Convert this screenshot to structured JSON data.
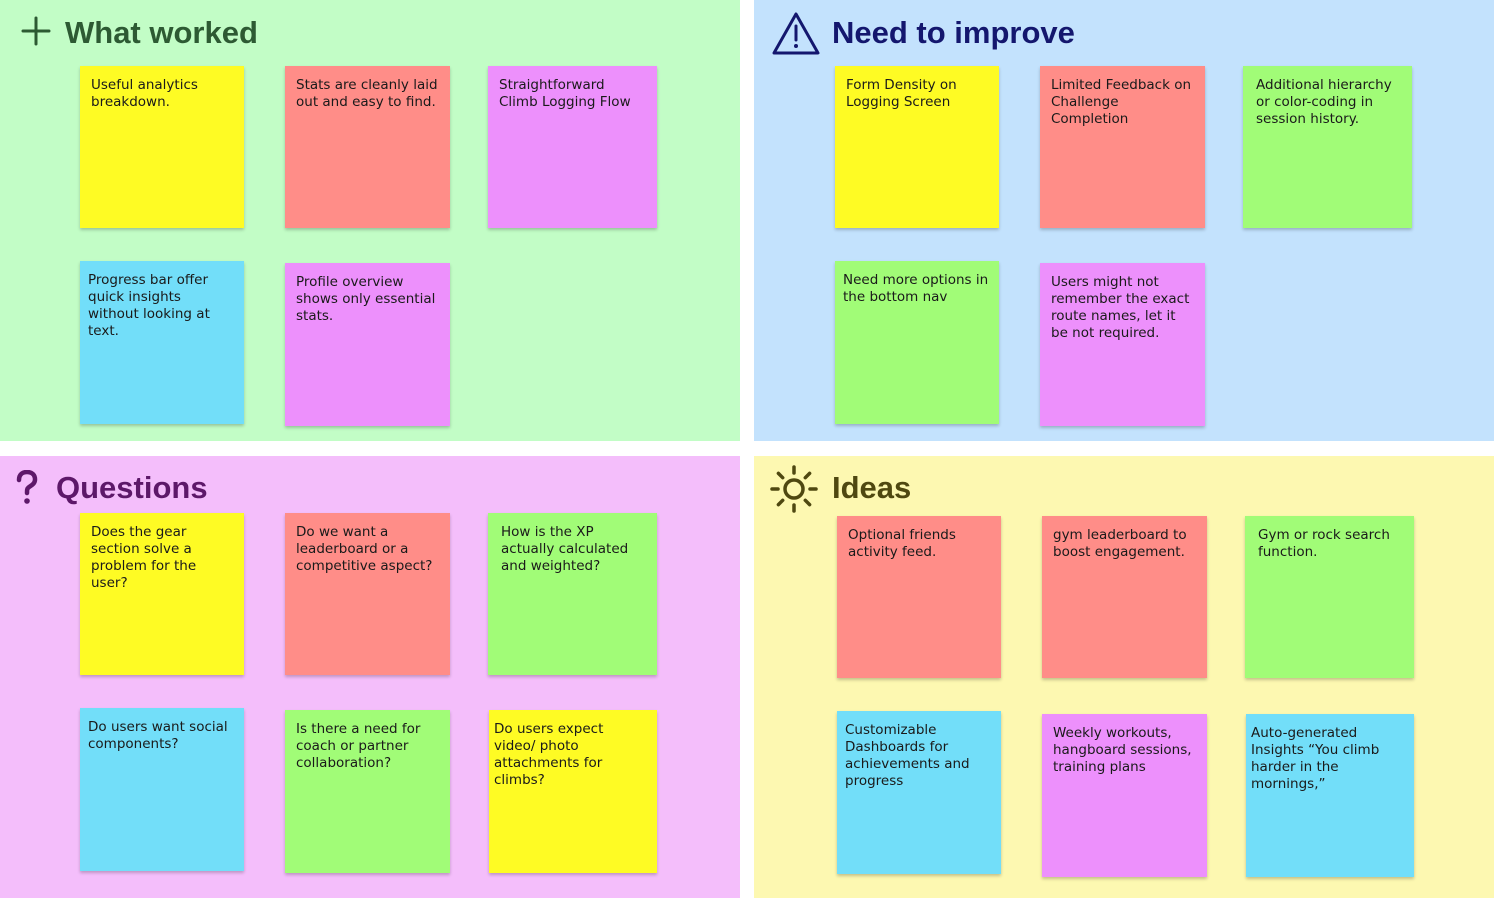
{
  "colors": {
    "yellow": "#fefb24",
    "red": "#ff8d88",
    "purple": "#ed90fc",
    "blue": "#72def9",
    "green": "#a1fc77"
  },
  "sections": {
    "what_worked": {
      "title": "What worked",
      "icon": "plus-icon",
      "background": "#c2fdc6",
      "notes": [
        {
          "text": "Useful analytics breakdown.",
          "color": "yellow"
        },
        {
          "text": "Stats are cleanly laid out and easy to find.",
          "color": "red"
        },
        {
          "text": "Straightforward Climb Logging Flow",
          "color": "purple"
        },
        {
          "text": "Progress bar offer quick insights without looking at text.",
          "color": "blue"
        },
        {
          "text": "Profile overview shows only essential stats.",
          "color": "purple"
        }
      ]
    },
    "need_to_improve": {
      "title": "Need to improve",
      "icon": "warning-icon",
      "background": "#c3e2fd",
      "notes": [
        {
          "text": "Form Density on Logging Screen",
          "color": "yellow"
        },
        {
          "text": "Limited Feedback on Challenge Completion",
          "color": "red"
        },
        {
          "text": "Additional hierarchy or color-coding in session history.",
          "color": "green"
        },
        {
          "text": "Need more options in the bottom nav",
          "color": "green"
        },
        {
          "text": "Users might not remember the exact route names, let it be not required.",
          "color": "purple"
        }
      ]
    },
    "questions": {
      "title": "Questions",
      "icon": "question-mark-icon",
      "background": "#f4befb",
      "notes": [
        {
          "text": "Does the gear section solve a problem for the user?",
          "color": "yellow"
        },
        {
          "text": "Do we want a leaderboard or a competitive aspect?",
          "color": "red"
        },
        {
          "text": "How is the XP actually calculated and weighted?",
          "color": "green"
        },
        {
          "text": "Do users want social components?",
          "color": "blue"
        },
        {
          "text": "Is there a need for coach or partner collaboration?",
          "color": "green"
        },
        {
          "text": "Do users expect video/ photo attachments for climbs?",
          "color": "yellow"
        }
      ]
    },
    "ideas": {
      "title": "Ideas",
      "icon": "sun-icon",
      "background": "#fdf8b1",
      "notes": [
        {
          "text": "Optional friends activity feed.",
          "color": "red"
        },
        {
          "text": "gym leaderboard to boost engagement.",
          "color": "red"
        },
        {
          "text": "Gym or rock search function.",
          "color": "green"
        },
        {
          "text": "Customizable Dashboards for achievements and progress",
          "color": "blue"
        },
        {
          "text": "Weekly workouts, hangboard sessions, training plans",
          "color": "purple"
        },
        {
          "text": "Auto-generated Insights “You climb harder in the mornings,”",
          "color": "blue"
        }
      ]
    }
  }
}
